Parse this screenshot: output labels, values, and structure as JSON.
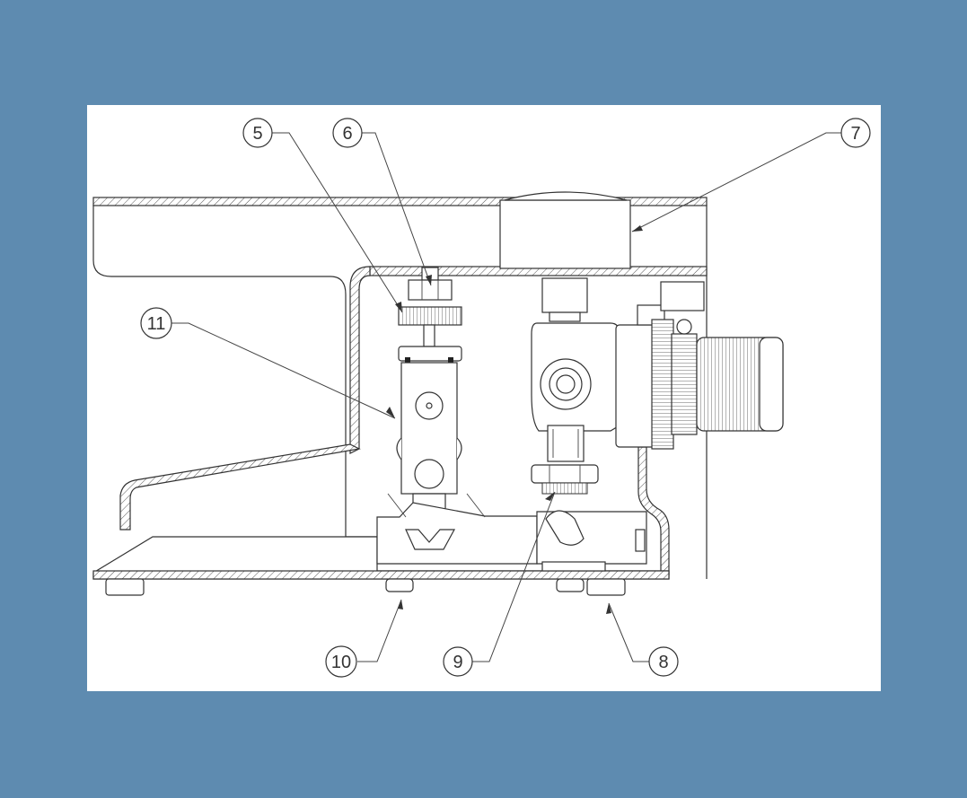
{
  "colors": {
    "background": "#5e8bb0",
    "panel": "#ffffff",
    "ink": "#333333"
  },
  "callouts": [
    {
      "id": "5",
      "label": "5"
    },
    {
      "id": "6",
      "label": "6"
    },
    {
      "id": "7",
      "label": "7"
    },
    {
      "id": "8",
      "label": "8"
    },
    {
      "id": "9",
      "label": "9"
    },
    {
      "id": "10",
      "label": "10"
    },
    {
      "id": "11",
      "label": "11"
    }
  ]
}
